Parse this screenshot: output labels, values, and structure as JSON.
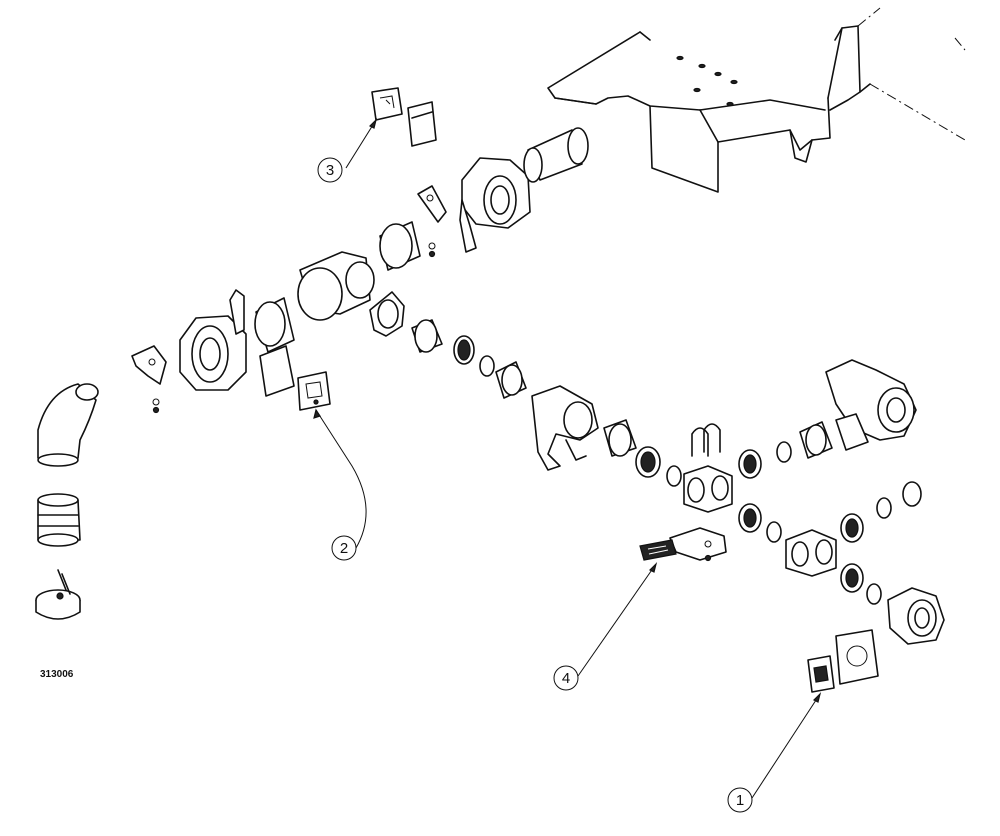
{
  "figure": {
    "number": "313006",
    "callouts": [
      {
        "id": "callout-1",
        "label": "1"
      },
      {
        "id": "callout-2",
        "label": "2"
      },
      {
        "id": "callout-3",
        "label": "3"
      },
      {
        "id": "callout-4",
        "label": "4"
      }
    ]
  }
}
